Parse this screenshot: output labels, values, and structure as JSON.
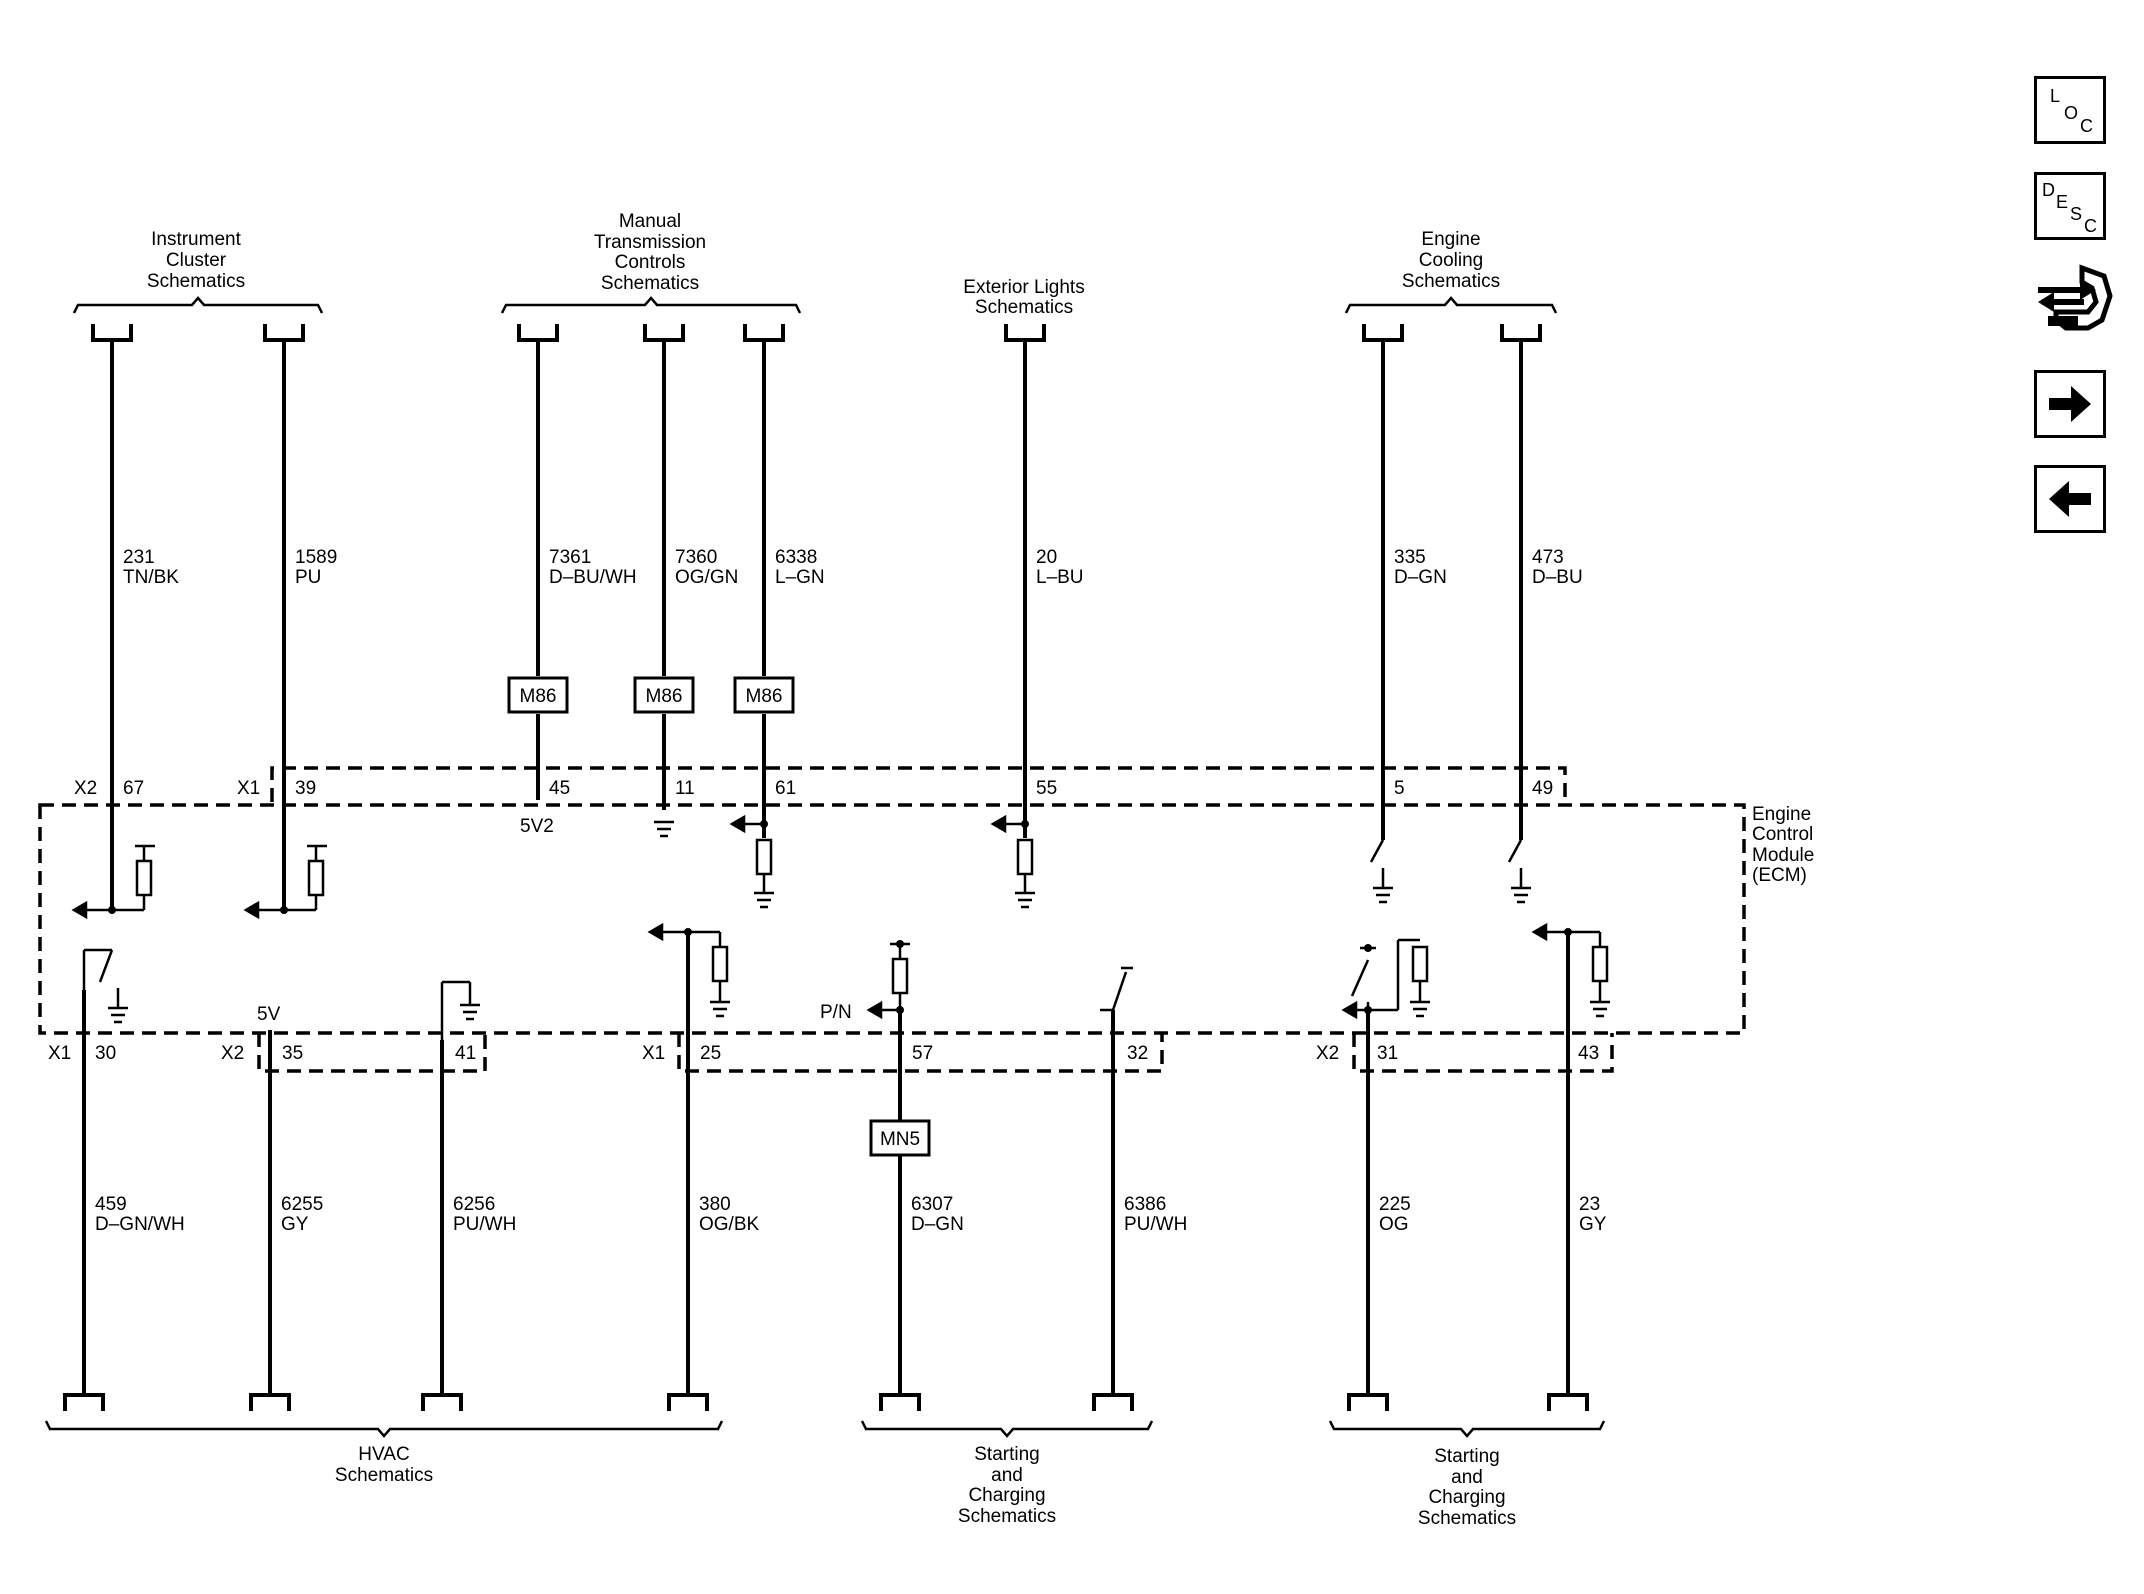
{
  "groups": {
    "top": {
      "instrument": [
        "Instrument",
        "Cluster",
        "Schematics"
      ],
      "manual": [
        "Manual",
        "Transmission",
        "Controls",
        "Schematics"
      ],
      "exterior": [
        "Exterior Lights",
        "Schematics"
      ],
      "cooling": [
        "Engine",
        "Cooling",
        "Schematics"
      ]
    },
    "bottom": {
      "hvac": [
        "HVAC",
        "Schematics"
      ],
      "starting1": [
        "Starting",
        "and",
        "Charging",
        "Schematics"
      ],
      "starting2": [
        "Starting",
        "and",
        "Charging",
        "Schematics"
      ]
    }
  },
  "module": [
    "Engine",
    "Control",
    "Module",
    "(ECM)"
  ],
  "top_wires": [
    {
      "circuit": "231",
      "color": "TN/BK",
      "pin": "67"
    },
    {
      "circuit": "1589",
      "color": "PU",
      "pin": "39"
    },
    {
      "circuit": "7361",
      "color": "D–BU/WH",
      "pin": "45"
    },
    {
      "circuit": "7360",
      "color": "OG/GN",
      "pin": "11"
    },
    {
      "circuit": "6338",
      "color": "L–GN",
      "pin": "61"
    },
    {
      "circuit": "20",
      "color": "L–BU",
      "pin": "55"
    },
    {
      "circuit": "335",
      "color": "D–GN",
      "pin": "5"
    },
    {
      "circuit": "473",
      "color": "D–BU",
      "pin": "49"
    }
  ],
  "bottom_wires": [
    {
      "circuit": "459",
      "color": "D–GN/WH",
      "pin": "30"
    },
    {
      "circuit": "6255",
      "color": "GY",
      "pin": "35"
    },
    {
      "circuit": "6256",
      "color": "PU/WH",
      "pin": "41"
    },
    {
      "circuit": "380",
      "color": "OG/BK",
      "pin": "25"
    },
    {
      "circuit": "6307",
      "color": "D–GN",
      "pin": "57"
    },
    {
      "circuit": "6386",
      "color": "PU/WH",
      "pin": "32"
    },
    {
      "circuit": "225",
      "color": "OG",
      "pin": "31"
    },
    {
      "circuit": "23",
      "color": "GY",
      "pin": "43"
    }
  ],
  "connectors": {
    "x2_top": "X2",
    "x1_top": "X1",
    "x1_bot1": "X1",
    "x2_bot": "X2",
    "x1_bot2": "X1",
    "x2_bot2": "X2"
  },
  "splices": {
    "m86": "M86",
    "mn5": "MN5"
  },
  "internal": {
    "v5v2": "5V2",
    "v5v": "5V",
    "pn": "P/N"
  },
  "nav": {
    "loc": {
      "l1": "L",
      "l2": "O",
      "l3": "C"
    },
    "desc": {
      "l1": "D",
      "l2": "E",
      "l3": "S",
      "l4": "C"
    },
    "icons": [
      "connector-end-view-icon",
      "next-arrow-icon",
      "previous-arrow-icon"
    ]
  }
}
